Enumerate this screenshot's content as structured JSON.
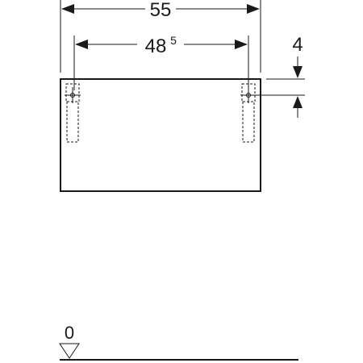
{
  "dimensions": {
    "overall_width": "55",
    "inner_width_main": "48",
    "inner_width_sup": "5",
    "top_offset": "4"
  },
  "floor": {
    "level_label": "0"
  }
}
